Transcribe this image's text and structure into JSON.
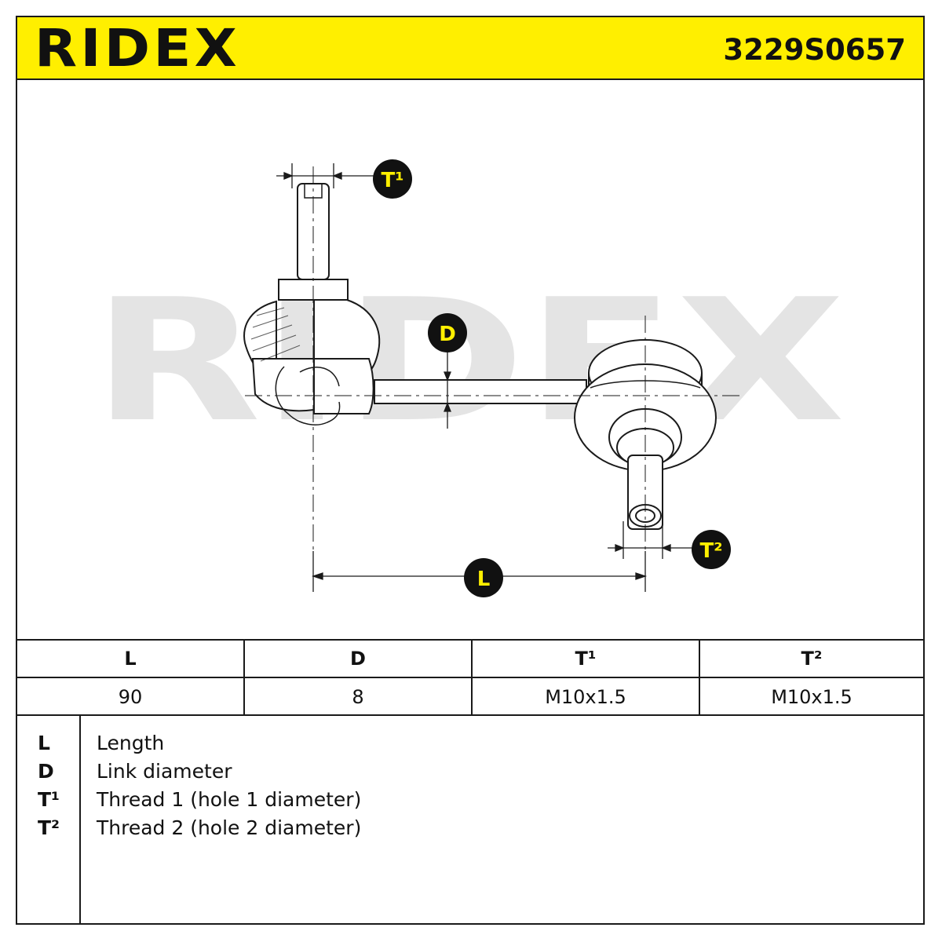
{
  "header": {
    "brand": "RIDEX",
    "part_number": "3229S0657"
  },
  "drawing": {
    "watermark": "RIDEX",
    "labels": {
      "t1": "T¹",
      "t2": "T²",
      "d": "D",
      "l": "L"
    }
  },
  "table": {
    "headers": [
      "L",
      "D",
      "T¹",
      "T²"
    ],
    "values": [
      "90",
      "8",
      "M10x1.5",
      "M10x1.5"
    ]
  },
  "legend": [
    {
      "key": "L",
      "desc": "Length"
    },
    {
      "key": "D",
      "desc": "Link diameter"
    },
    {
      "key": "T¹",
      "desc": "Thread 1 (hole 1 diameter)"
    },
    {
      "key": "T²",
      "desc": "Thread 2 (hole 2 diameter)"
    }
  ],
  "colors": {
    "accent": "#ffef00",
    "line": "#1a1a1a",
    "watermark": "#e4e4e4"
  }
}
